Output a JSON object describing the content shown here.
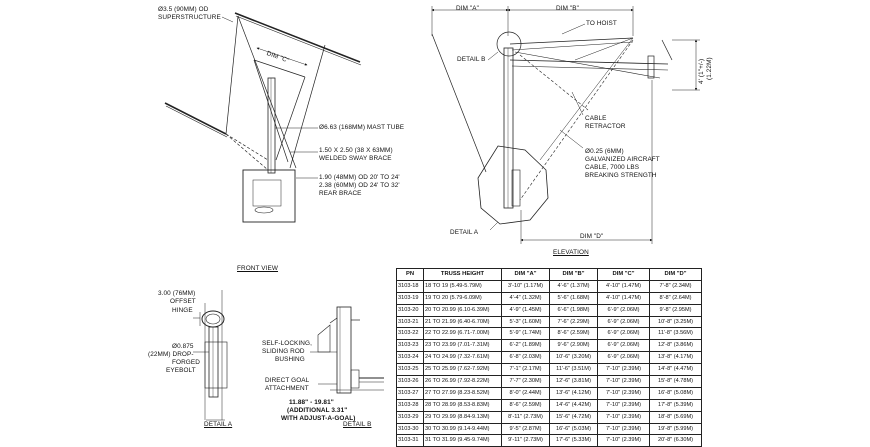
{
  "labels": {
    "od_superstructure_1": "Ø3.5 (90MM) OD",
    "od_superstructure_2": "SUPERSTRUCTURE",
    "dim_c": "DIM \"C\"",
    "mast_tube": "Ø6.63 (168MM) MAST TUBE",
    "sway_brace_1": "1.50 X 2.50 (38 X 63MM)",
    "sway_brace_2": "WELDED SWAY BRACE",
    "rear_brace_1": "1.90 (48MM) OD 20' TO 24'",
    "rear_brace_2": "2.38 (60MM) OD 24' TO 32'",
    "rear_brace_3": "REAR BRACE",
    "front_view": "FRONT VIEW",
    "dim_a": "DIM \"A\"",
    "dim_b": "DIM \"B\"",
    "to_hoist": "TO HOIST",
    "detail_b_ref": "DETAIL B",
    "side_dim_1": "4' (1\"+/-)",
    "side_dim_2": "(1.22M)",
    "cable_retractor_1": "CABLE",
    "cable_retractor_2": "RETRACTOR",
    "cable_1": "Ø0.25 (6MM)",
    "cable_2": "GALVANIZED AIRCRAFT",
    "cable_3": "CABLE, 7000 LBS",
    "cable_4": "BREAKING STRENGTH",
    "detail_a_ref": "DETAIL A",
    "dim_d": "DIM \"D\"",
    "elevation": "ELEVATION",
    "offset_hinge_1": "3.00 (76MM)",
    "offset_hinge_2": "OFFSET",
    "offset_hinge_3": "HINGE",
    "eyebolt_1": "Ø0.875",
    "eyebolt_2": "(22MM) DROP-",
    "eyebolt_3": "FORGED",
    "eyebolt_4": "EYEBOLT",
    "detail_a": "DETAIL A",
    "bushing_1": "SELF-LOCKING,",
    "bushing_2": "SLIDING ROD",
    "bushing_3": "BUSHING",
    "goal_attach_1": "DIRECT GOAL",
    "goal_attach_2": "ATTACHMENT",
    "adjust_1": "11.88\" - 19.81\"",
    "adjust_2": "(ADDITIONAL 3.31\"",
    "adjust_3": "WITH ADJUST-A-GOAL)",
    "detail_b": "DETAIL B"
  },
  "table": {
    "headers": [
      "PN",
      "TRUSS HEIGHT",
      "DIM \"A\"",
      "DIM \"B\"",
      "DIM \"C\"",
      "DIM \"D\""
    ],
    "rows": [
      [
        "3103-18",
        "18 TO 19 (5.49-5.79M)",
        "3'-10\" (1.17M)",
        "4'-6\" (1.37M)",
        "4'-10\" (1.47M)",
        "7'-8\" (2.34M)"
      ],
      [
        "3103-19",
        "19 TO 20 (5.79-6.09M)",
        "4'-4\" (1.32M)",
        "5'-6\" (1.68M)",
        "4'-10\" (1.47M)",
        "8'-8\" (2.64M)"
      ],
      [
        "3103-20",
        "20 TO 20.99 (6.10-6.39M)",
        "4'-9\" (1.45M)",
        "6'-6\" (1.98M)",
        "6'-9\" (2.06M)",
        "9'-8\" (2.95M)"
      ],
      [
        "3103-21",
        "21 TO 21.99 (6.40-6.70M)",
        "5'-3\" (1.60M)",
        "7'-6\" (2.29M)",
        "6'-9\" (2.06M)",
        "10'-8\" (3.25M)"
      ],
      [
        "3103-22",
        "22 TO 22.99 (6.71-7.00M)",
        "5'-9\" (1.74M)",
        "8'-6\" (2.59M)",
        "6'-9\" (2.06M)",
        "11'-8\" (3.56M)"
      ],
      [
        "3103-23",
        "23 TO 23.99 (7.01-7.31M)",
        "6'-2\" (1.89M)",
        "9'-6\" (2.90M)",
        "6'-9\" (2.06M)",
        "12'-8\" (3.86M)"
      ],
      [
        "3103-24",
        "24 TO 24.99 (7.32-7.61M)",
        "6'-8\" (2.03M)",
        "10'-6\" (3.20M)",
        "6'-9\" (2.06M)",
        "13'-8\" (4.17M)"
      ],
      [
        "3103-25",
        "25 TO 25.99 (7.62-7.92M)",
        "7'-1\" (2.17M)",
        "11'-6\" (3.51M)",
        "7'-10\" (2.39M)",
        "14'-8\" (4.47M)"
      ],
      [
        "3103-26",
        "26 TO 26.99 (7.92-8.22M)",
        "7'-7\" (2.30M)",
        "12'-6\" (3.81M)",
        "7'-10\" (2.39M)",
        "15'-8\" (4.78M)"
      ],
      [
        "3103-27",
        "27 TO 27.99 (8.23-8.52M)",
        "8'-0\" (2.44M)",
        "13'-6\" (4.12M)",
        "7'-10\" (2.39M)",
        "16'-8\" (5.08M)"
      ],
      [
        "3103-28",
        "28 TO 28.99 (8.53-8.83M)",
        "8'-6\" (2.59M)",
        "14'-6\" (4.42M)",
        "7'-10\" (2.39M)",
        "17'-8\" (5.39M)"
      ],
      [
        "3103-29",
        "29 TO 29.99 (8.84-9.13M)",
        "8'-11\" (2.73M)",
        "15'-6\" (4.72M)",
        "7'-10\" (2.39M)",
        "18'-8\" (5.69M)"
      ],
      [
        "3103-30",
        "30 TO 30.99 (9.14-9.44M)",
        "9'-5\" (2.87M)",
        "16'-6\" (5.03M)",
        "7'-10\" (2.39M)",
        "19'-8\" (5.99M)"
      ],
      [
        "3103-31",
        "31 TO 31.99 (9.45-9.74M)",
        "9'-11\" (2.73M)",
        "17'-6\" (5.33M)",
        "7'-10\" (2.39M)",
        "20'-8\" (6.30M)"
      ]
    ]
  }
}
